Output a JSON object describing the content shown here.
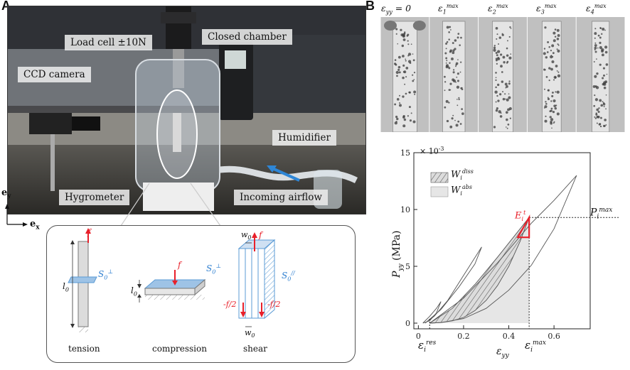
{
  "panel_a": {
    "letter": "A",
    "callouts": {
      "load_cell": "Load cell ±10N",
      "closed_chamber": "Closed chamber",
      "ccd_camera": "CCD camera",
      "humidifier": "Humidifier",
      "hygrometer": "Hygrometer",
      "incoming_airflow": "Incoming airflow"
    },
    "axes": {
      "y": "e",
      "y_sub": "y",
      "x": "e",
      "x_sub": "x"
    },
    "loading_modes": {
      "tension": {
        "caption": "tension",
        "force": "f",
        "length": "l",
        "length_sub": "0",
        "section": "S",
        "section_sub": "0",
        "section_sup": "⊥"
      },
      "compression": {
        "caption": "compression",
        "force": "f",
        "length": "l",
        "length_sub": "0",
        "section": "S",
        "section_sub": "0",
        "section_sup": "⊥"
      },
      "shear": {
        "caption": "shear",
        "force": "f",
        "half_force": "-f/2",
        "width": "w",
        "width_sub": "0",
        "section": "S",
        "section_sub": "0",
        "section_sup": "//"
      }
    }
  },
  "panel_b": {
    "letter": "B",
    "strain_states": [
      {
        "base": "ε",
        "sub": "yy",
        "sup": "",
        "suffix": " = 0"
      },
      {
        "base": "ε",
        "sub": "1",
        "sup": "max",
        "suffix": ""
      },
      {
        "base": "ε",
        "sub": "2",
        "sup": "max",
        "suffix": ""
      },
      {
        "base": "ε",
        "sub": "3",
        "sup": "max",
        "suffix": ""
      },
      {
        "base": "ε",
        "sub": "4",
        "sup": "max",
        "suffix": ""
      }
    ]
  },
  "chart_data": {
    "type": "line",
    "xlabel": {
      "base": "ε",
      "sub": "yy"
    },
    "ylabel": {
      "base": "P",
      "sub": "yy",
      "unit": " (MPa)"
    },
    "y_exponent": "× 10",
    "y_exponent_power": "-3",
    "xlim": [
      -0.02,
      0.76
    ],
    "ylim": [
      -0.0005,
      0.015
    ],
    "x_ticks": [
      0,
      0.2,
      0.4,
      0.6
    ],
    "x_tick_labels": [
      "0",
      "0.2",
      "0.4",
      "0.6"
    ],
    "y_ticks": [
      0,
      0.005,
      0.01,
      0.015
    ],
    "y_tick_labels": [
      "0",
      "5",
      "10",
      "15"
    ],
    "legend": {
      "placement": "top-left",
      "entries": [
        {
          "base": "W",
          "sub": "i",
          "sup": "diss",
          "fill": "hatched"
        },
        {
          "base": "W",
          "sub": "i",
          "sup": "abs",
          "fill": "gray"
        }
      ]
    },
    "annotations": {
      "tangent_modulus": {
        "base": "E",
        "sub": "i",
        "sup": "t",
        "color": "#e8202a"
      },
      "max_stress": {
        "base": "P",
        "sub": "i",
        "sup": "max"
      },
      "max_strain": {
        "base": "ε",
        "sub": "i",
        "sup": "max"
      },
      "residual_strain": {
        "base": "ε",
        "sub": "i",
        "sup": "res"
      }
    },
    "eps_max": 0.49,
    "p_max": 0.0093,
    "eps_res": 0.05,
    "series": [
      {
        "role": "loading",
        "x": [
          0.05,
          0.15,
          0.25,
          0.35,
          0.45,
          0.49
        ],
        "y": [
          0,
          0.0013,
          0.0034,
          0.0058,
          0.0083,
          0.0093
        ]
      },
      {
        "role": "unloading",
        "x": [
          0.49,
          0.45,
          0.4,
          0.35,
          0.3,
          0.25,
          0.2,
          0.15,
          0.1,
          0.05
        ],
        "y": [
          0.0093,
          0.0072,
          0.005,
          0.0033,
          0.002,
          0.0011,
          0.0005,
          0.0002,
          5e-05,
          0
        ]
      },
      {
        "role": "cycle_max",
        "x": [
          0.05,
          0.2,
          0.35,
          0.5,
          0.6,
          0.7,
          0.6,
          0.5,
          0.4,
          0.3,
          0.2,
          0.1,
          0.05
        ],
        "y": [
          0,
          0.0022,
          0.0053,
          0.0088,
          0.0108,
          0.013,
          0.0083,
          0.0051,
          0.0029,
          0.0013,
          0.0004,
          5e-05,
          0
        ]
      },
      {
        "role": "cycle_small_1",
        "x": [
          0.03,
          0.1,
          0.18,
          0.25,
          0.28,
          0.2,
          0.13,
          0.07,
          0.03
        ],
        "y": [
          0,
          0.0012,
          0.0032,
          0.0052,
          0.0067,
          0.0042,
          0.002,
          0.0006,
          0
        ]
      },
      {
        "role": "cycle_small_2",
        "x": [
          0.02,
          0.05,
          0.08,
          0.1,
          0.08,
          0.05,
          0.02
        ],
        "y": [
          0,
          0.0006,
          0.0013,
          0.0019,
          0.0009,
          0.0002,
          0
        ]
      }
    ]
  }
}
